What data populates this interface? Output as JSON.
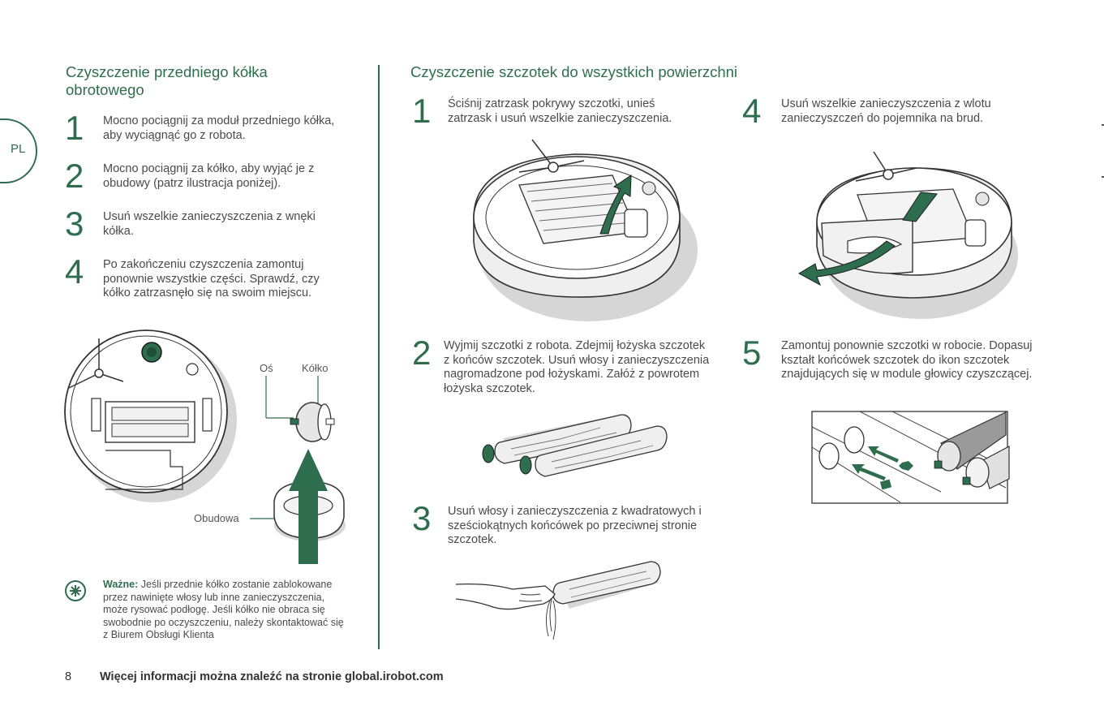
{
  "side_tab": "PL",
  "left": {
    "title": "Czyszczenie przedniego kółka obrotowego",
    "steps": [
      {
        "num": "1",
        "text": "Mocno pociągnij za moduł przedniego kółka, aby wyciągnąć go z robota."
      },
      {
        "num": "2",
        "text": "Mocno pociągnij za kółko, aby wyjąć je z obudowy (patrz ilustracja poniżej)."
      },
      {
        "num": "3",
        "text": "Usuń wszelkie zanieczyszczenia z wnęki kółka."
      },
      {
        "num": "4",
        "text": "Po zakończeniu czyszczenia zamontuj ponownie wszystkie części. Sprawdź, czy kółko zatrzasnęło się na swoim miejscu."
      }
    ],
    "labels": {
      "axle": "Oś",
      "wheel": "Kółko",
      "housing": "Obudowa"
    },
    "note_label": "Ważne:",
    "note_text": "Jeśli przednie kółko zostanie zablokowane przez nawinięte włosy lub inne zanieczyszczenia, może rysować podłogę. Jeśli kółko nie obraca się swobodnie po oczyszczeniu, należy skontaktować się z Biurem Obsługi Klienta"
  },
  "right": {
    "title": "Czyszczenie szczotek do wszystkich powierzchni",
    "steps": [
      {
        "num": "1",
        "text": "Ściśnij zatrzask pokrywy szczotki, unieś zatrzask i usuń wszelkie zanieczyszczenia."
      },
      {
        "num": "2",
        "text": "Wyjmij szczotki z robota. Zdejmij łożyska szczotek z końców szczotek. Usuń włosy i zanieczyszczenia nagromadzone pod łożyskami. Załóż z powrotem łożyska szczotek."
      },
      {
        "num": "3",
        "text": "Usuń włosy i zanieczyszczenia z kwadratowych i sześciokątnych końcówek po przeciwnej stronie szczotek."
      },
      {
        "num": "4",
        "text": "Usuń wszelkie zanieczyszczenia z wlotu zanieczyszczeń do pojemnika na brud."
      },
      {
        "num": "5",
        "text": "Zamontuj ponownie szczotki w robocie. Dopasuj kształt końcówek szczotek do ikon szczotek znajdujących się w module głowicy czyszczącej."
      }
    ]
  },
  "footer": {
    "page": "8",
    "text": "Więcej informacji można znaleźć na stronie global.irobot.com"
  },
  "colors": {
    "accent": "#2e6e4e",
    "text": "#4a4a4a",
    "shadow": "#d6d6d6"
  }
}
